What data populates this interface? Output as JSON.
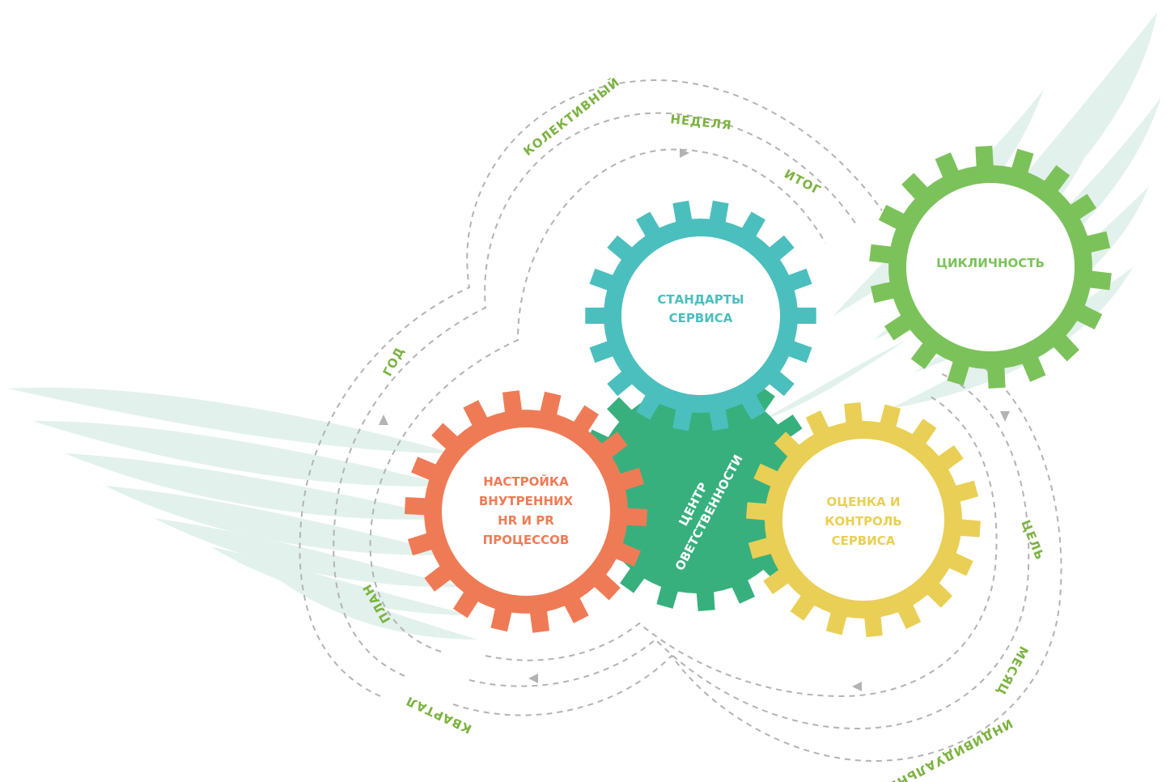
{
  "colors": {
    "accent_text": "#7cb342",
    "wing": "#e2f1ec",
    "dashed_path": "#b3b3b3",
    "gear_teal": "#4bbfbd",
    "gear_green_dark": "#37b07e",
    "gear_orange": "#ef7b56",
    "gear_yellow": "#e9cf55",
    "gear_green_light": "#7cc25b"
  },
  "path_labels": {
    "kolektivny": "КОЛЕКТИВНЫЙ",
    "nedelya": "НЕДЕЛЯ",
    "itog": "ИТОГ",
    "god": "ГОД",
    "plan": "ПЛАН",
    "kvartal": "КВАРТАЛ",
    "tsel": "ЦЕЛЬ",
    "mesyats": "МЕСЯЦ",
    "individualny": "ИНДИВИДУАЛЬНЫЙ"
  },
  "gears": {
    "standards": {
      "lines": [
        "СТАНДАРТЫ",
        "СЕРВИСА"
      ]
    },
    "center": {
      "lines": [
        "ЦЕНТР",
        "ОВЕТСТВЕННОСТИ"
      ]
    },
    "setup": {
      "lines": [
        "НАСТРОЙКА",
        "ВНУТРЕННИХ",
        "HR И PR",
        "ПРОЦЕССОВ"
      ]
    },
    "evaluation": {
      "lines": [
        "ОЦЕНКА И",
        "КОНТРОЛЬ",
        "СЕРВИСА"
      ]
    },
    "cyclicity": {
      "lines": [
        "ЦИКЛИЧНОСТЬ"
      ]
    }
  }
}
